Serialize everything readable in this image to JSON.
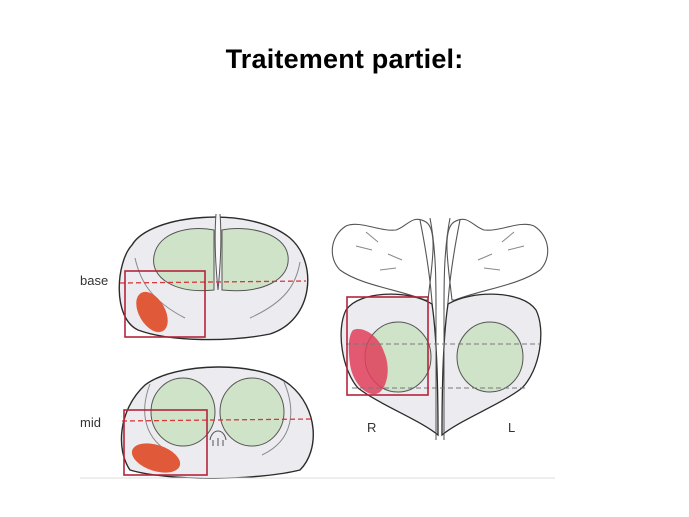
{
  "slide": {
    "title": "Traitement partiel:"
  },
  "figure": {
    "labels": {
      "base": "base",
      "mid": "mid",
      "right": "R",
      "left": "L"
    },
    "colors": {
      "gland_fill": "#ececf0",
      "gland_stroke": "#2b2b2b",
      "transition_zone": "#cfe3c8",
      "lesion": "#e05a3a",
      "lesion_coronal": "#e0405a",
      "treatment_box": "#b5243c",
      "base_line": "#d43a3a",
      "mid_line_gray": "#777777"
    }
  }
}
